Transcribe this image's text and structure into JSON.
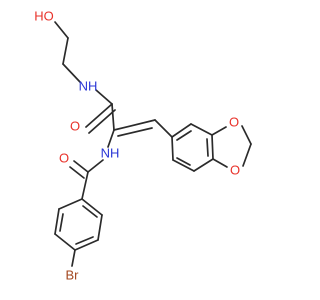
{
  "molecule": {
    "atom_labels": {
      "hydroxyl_oh": "HO",
      "amide_nh_top": "NH",
      "amide_o_top": "O",
      "amide_nh_mid": "NH",
      "amide_o_left": "O",
      "dioxole_o_upper": "O",
      "dioxole_o_lower": "O",
      "bromine": "Br"
    },
    "colors": {
      "bond": "#2b2b2b",
      "oxygen": "#e8322a",
      "nitrogen": "#2a36d6",
      "bromine": "#a3471f"
    }
  }
}
